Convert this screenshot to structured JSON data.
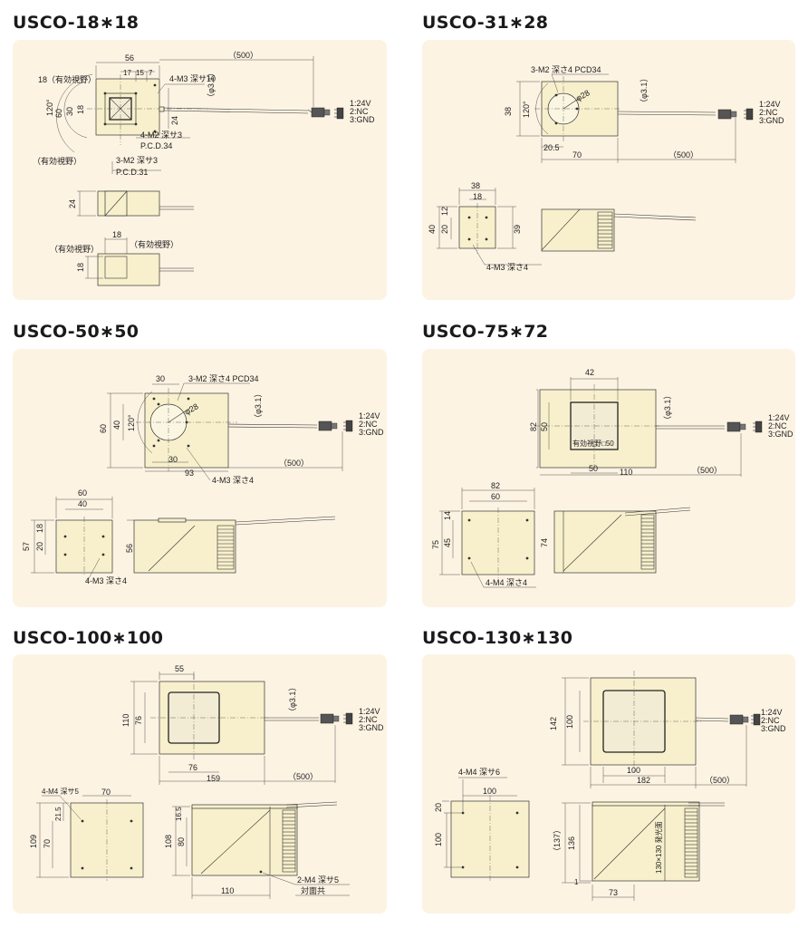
{
  "models": [
    {
      "title": "USCO-18∗18",
      "labels": {
        "d56": "56",
        "d500": "（500）",
        "d17": "17",
        "d15": "15",
        "d7": "7",
        "fov18": "18（有効視野）",
        "m3": "4-M3 深サ10",
        "phi": "（φ3.1）",
        "a120": "120°",
        "d60": "60",
        "d30": "30",
        "d18v": "18",
        "d24": "24",
        "m2": "4-M2 深サ3",
        "pcd34": "P.C.D.34",
        "m2b": "3-M2 深サ3",
        "pcd31": "P.C.D.31",
        "fov": "（有効視野）",
        "d24b": "24",
        "d18t": "18",
        "fovt": "（有効視野）",
        "fovl": "（有効視野）",
        "d18l": "18",
        "pin1": "1:24V",
        "pin2": "2:NC",
        "pin3": "3:GND"
      }
    },
    {
      "title": "USCO-31∗28",
      "labels": {
        "m2": "3-M2 深さ4 PCD34",
        "phi28": "φ28",
        "phi": "（φ3.1）",
        "d38": "38",
        "a120": "120°",
        "d205": "20.5",
        "d70": "70",
        "d500": "（500）",
        "d38t": "38",
        "d18": "18",
        "d40": "40",
        "d20": "20",
        "d12": "12",
        "d39": "39",
        "m3": "4-M3 深さ4",
        "pin1": "1:24V",
        "pin2": "2:NC",
        "pin3": "3:GND"
      }
    },
    {
      "title": "USCO-50∗50",
      "labels": {
        "d30": "30",
        "m2": "3-M2 深さ4 PCD34",
        "phi": "（φ3.1）",
        "d60": "60",
        "d40": "40",
        "a120": "120°",
        "phi28": "φ28",
        "d30b": "30",
        "d93": "93",
        "d500": "（500）",
        "m3": "4-M3 深さ4",
        "d60t": "60",
        "d40t": "40",
        "d57": "57",
        "d18": "18",
        "d20": "20",
        "d56": "56",
        "m3b": "4-M3 深さ4",
        "pin1": "1:24V",
        "pin2": "2:NC",
        "pin3": "3:GND"
      }
    },
    {
      "title": "USCO-75∗72",
      "labels": {
        "d42": "42",
        "phi": "（φ3.1）",
        "d82": "82",
        "d50": "50",
        "fov": "有効視野□50",
        "d50b": "50",
        "d110": "110",
        "d500": "（500）",
        "d82t": "82",
        "d60t": "60",
        "d75": "75",
        "d14": "14",
        "d45": "45",
        "d74": "74",
        "m4": "4-M4 深さ4",
        "pin1": "1:24V",
        "pin2": "2:NC",
        "pin3": "3:GND"
      }
    },
    {
      "title": "USCO-100∗100",
      "labels": {
        "d55": "55",
        "phi": "（φ3.1）",
        "d110": "110",
        "d76": "76",
        "d76b": "76",
        "d159": "159",
        "d500": "（500）",
        "m4": "4-M4 深サ5",
        "d70": "70",
        "d215": "21.5",
        "d109": "109",
        "d70v": "70",
        "d165": "16.5",
        "d108": "108",
        "d80": "80",
        "d110b": "110",
        "m4b": "2-M4 深サ5",
        "opp": "対面共",
        "pin1": "1:24V",
        "pin2": "2:NC",
        "pin3": "3:GND"
      }
    },
    {
      "title": "USCO-130∗130",
      "labels": {
        "d142": "142",
        "d100": "100",
        "d100b": "100",
        "d182": "182",
        "d500": "（500）",
        "m4": "4-M4 深サ6",
        "d100t": "100",
        "d20": "20",
        "d100v": "100",
        "d137": "（137）",
        "d136": "136",
        "d1": "1",
        "d73": "73",
        "emit": "130×130 発光面",
        "pin1": "1:24V",
        "pin2": "2:NC",
        "pin3": "3:GND"
      }
    }
  ]
}
